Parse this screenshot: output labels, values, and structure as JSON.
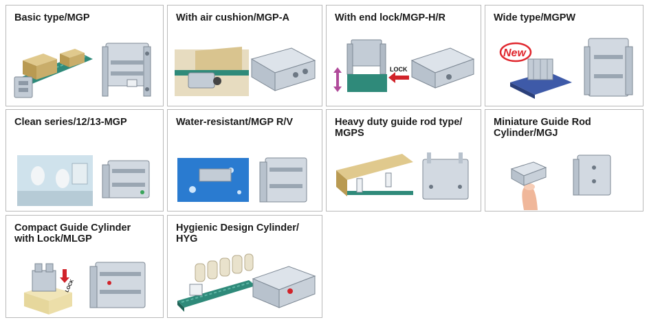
{
  "products": [
    {
      "title_lines": [
        "Basic type/MGP"
      ]
    },
    {
      "title_lines": [
        "With air cushion/MGP-A"
      ]
    },
    {
      "title_lines": [
        "With end lock/MGP-H/R"
      ],
      "badge": "LOCK"
    },
    {
      "title_lines": [
        "Wide type/MGPW"
      ],
      "badge": "New"
    },
    {
      "title_lines": [
        "Clean series/12/13-MGP"
      ]
    },
    {
      "title_lines": [
        "Water-resistant/MGP R/V"
      ]
    },
    {
      "title_lines": [
        "Heavy duty guide rod type/",
        "MGPS"
      ]
    },
    {
      "title_lines": [
        "Miniature Guide Rod",
        "Cylinder/MGJ"
      ]
    },
    {
      "title_lines": [
        "Compact Guide Cylinder",
        "with Lock/MLGP"
      ],
      "badge": "LOCK"
    },
    {
      "title_lines": [
        "Hygienic Design Cylinder/",
        "HYG"
      ]
    }
  ],
  "colors": {
    "border": "#b9b9b9",
    "cylinder": "#c3ccd6",
    "conveyor": "#2f8a7a",
    "box": "#c9ad6a",
    "lock_arrow": "#d1232a",
    "new_badge": "#e0262d",
    "water": "#2a7bd0"
  },
  "icons": [
    "cylinder-icon",
    "conveyor-icon",
    "lock-arrow-icon",
    "new-badge-icon",
    "cleanroom-photo",
    "water-splash-photo",
    "finger-icon",
    "bottles-icon"
  ]
}
